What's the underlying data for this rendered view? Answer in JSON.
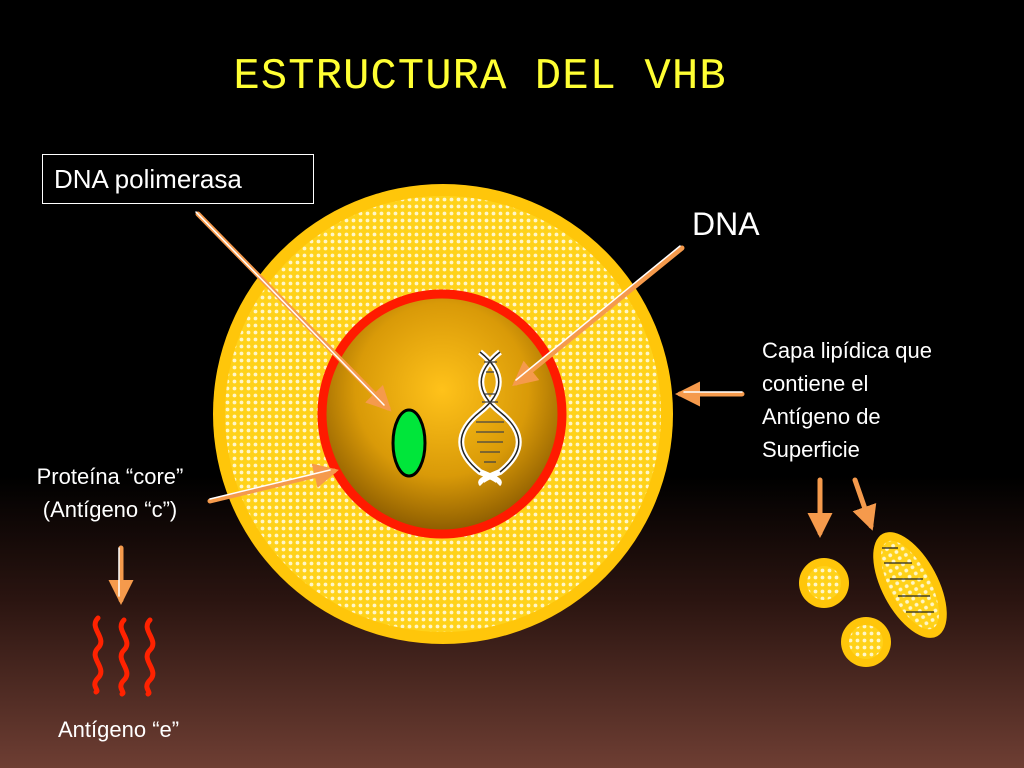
{
  "title": "ESTRUCTURA DEL VHB",
  "labels": {
    "dna_polimerasa": "DNA polimerasa",
    "dna": "DNA",
    "capa_line1": "Capa lipídica que",
    "capa_line2": "contiene el",
    "capa_line3": "Antígeno de",
    "capa_line4": "Superficie",
    "core_line1": "Proteína “core”",
    "core_line2": "(Antígeno “c”)",
    "antigeno_e": "Antígeno “e”"
  },
  "colors": {
    "title": "#ffff33",
    "outer_ring": "#ffcc00",
    "core_border": "#ff1a00",
    "polimerasa": "#00e63a",
    "arrow": "#f59a4c",
    "antigen_e_squiggle": "#ff2200"
  }
}
